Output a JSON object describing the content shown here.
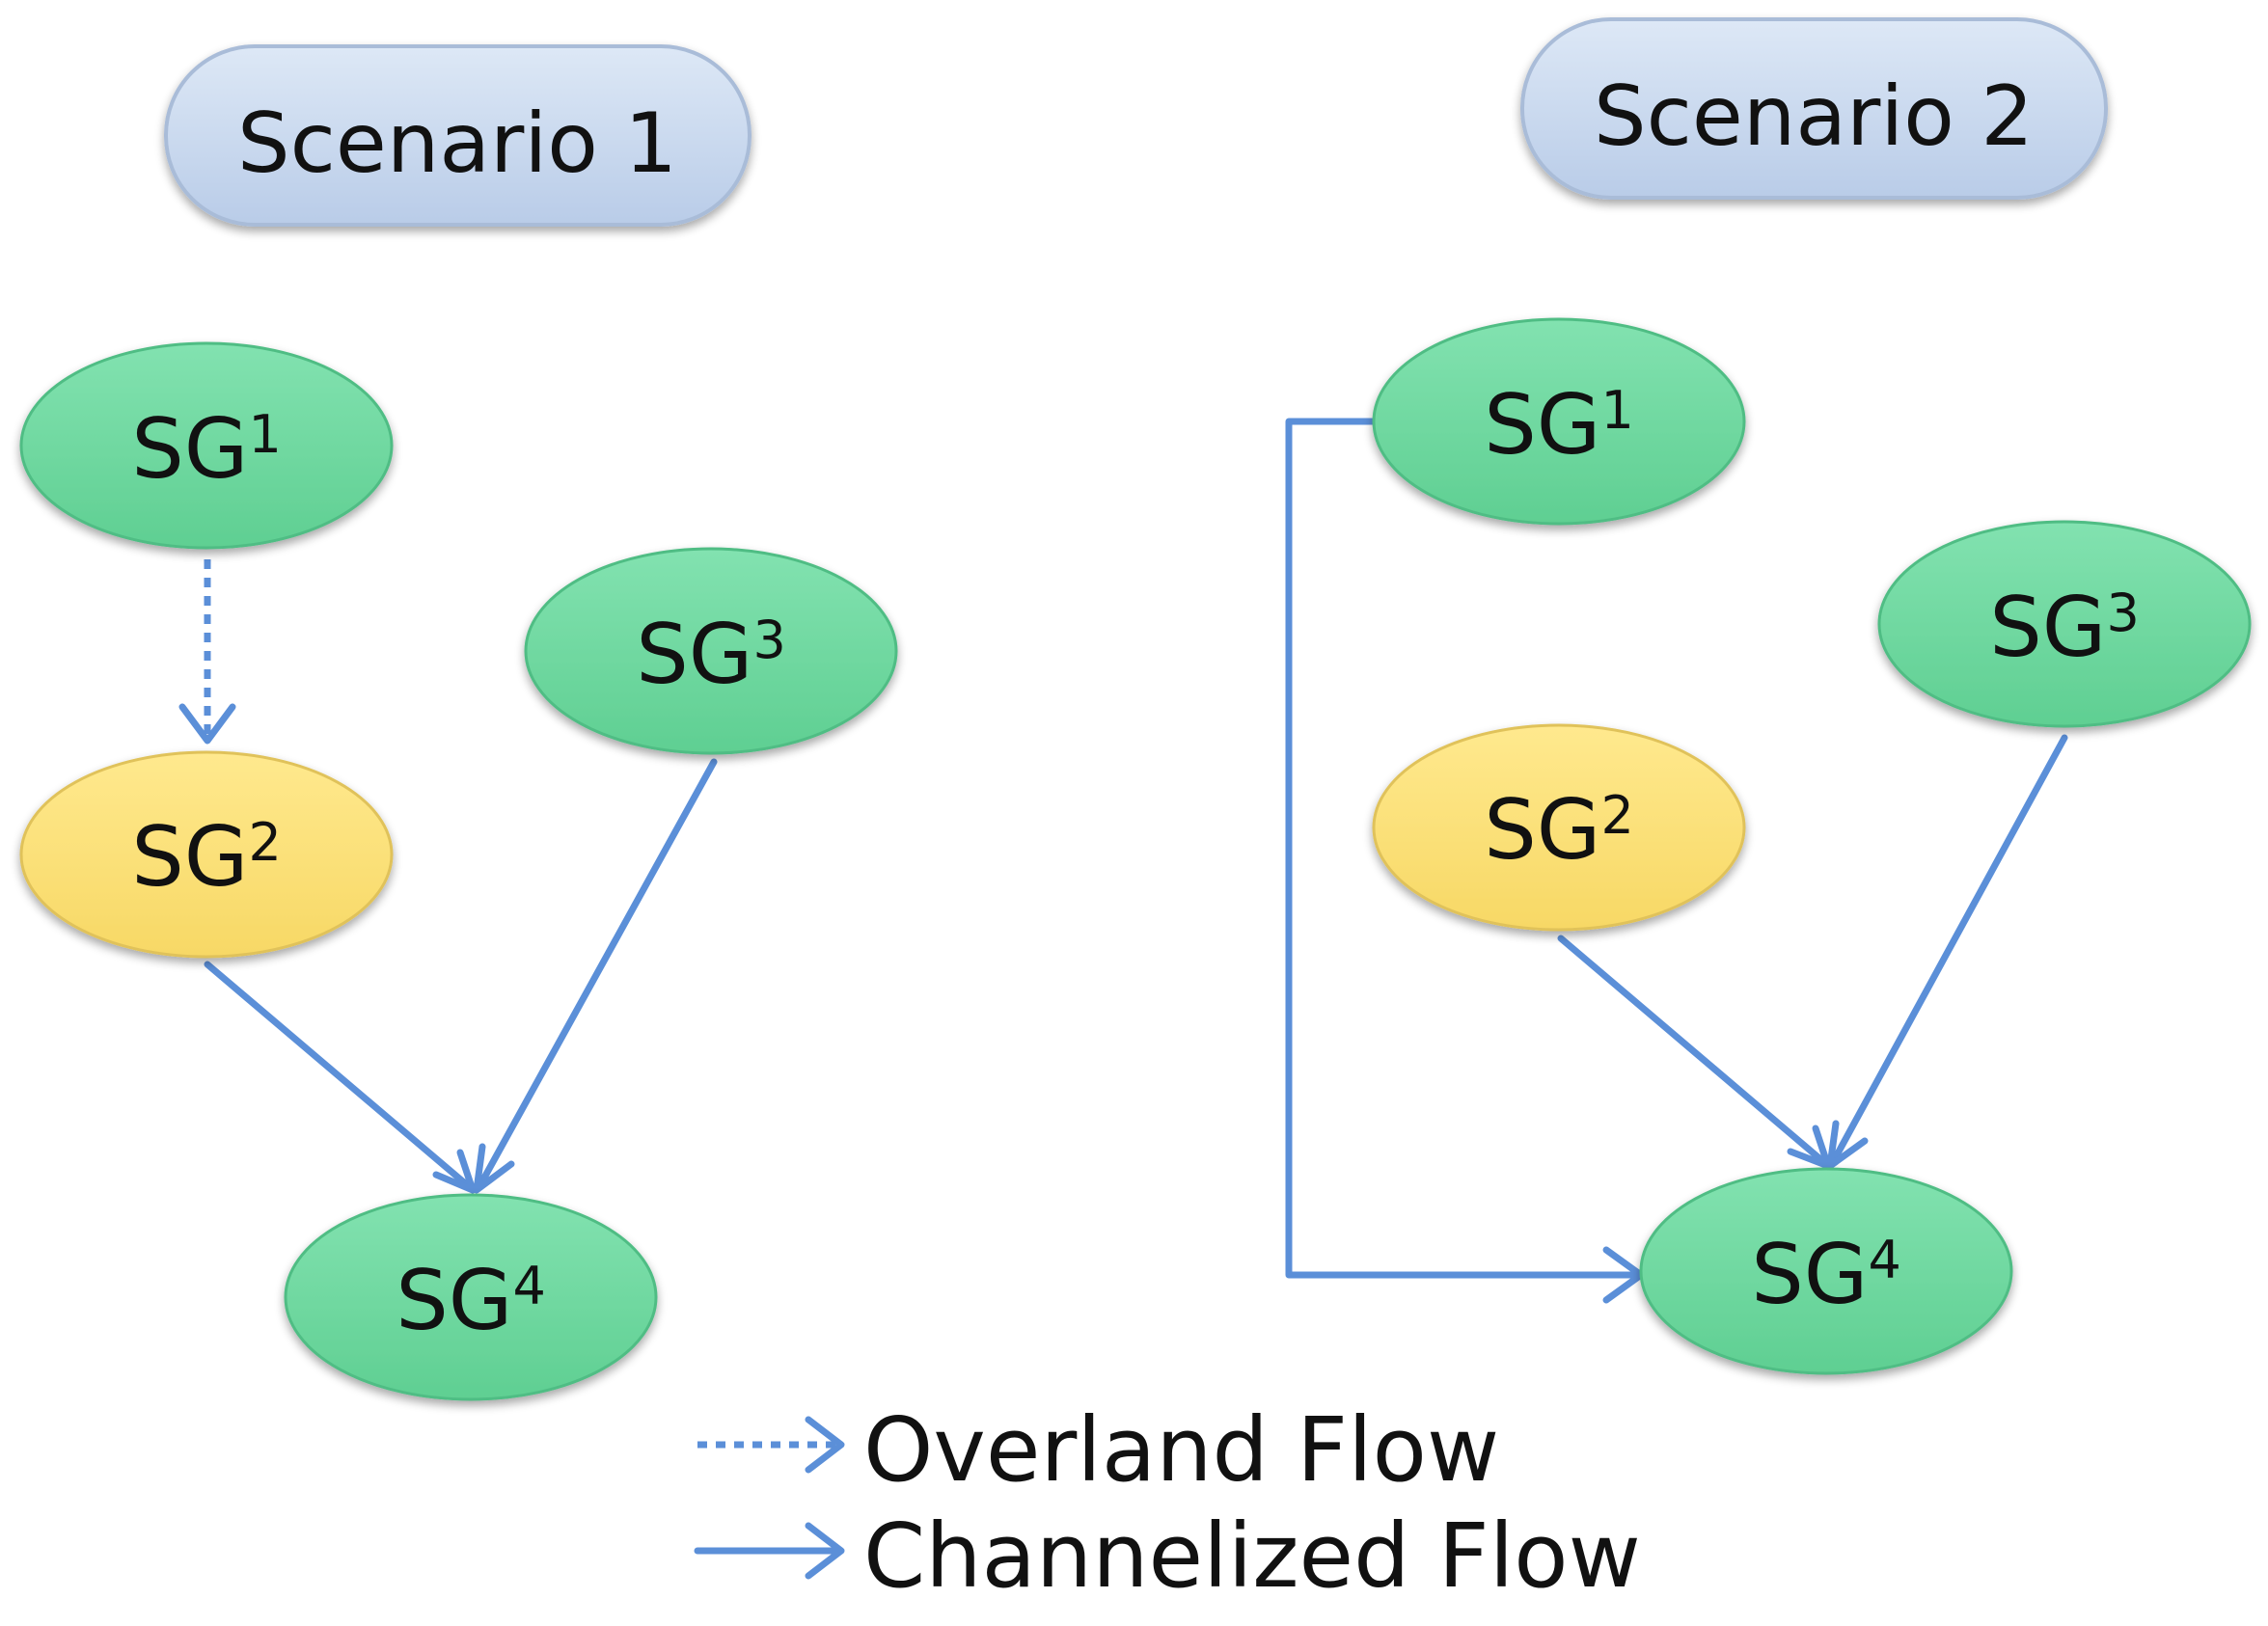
{
  "scenarios": [
    {
      "title": "Scenario 1",
      "nodes": [
        {
          "id": "SG1",
          "base": "SG",
          "sup": "1",
          "color": "green"
        },
        {
          "id": "SG2",
          "base": "SG",
          "sup": "2",
          "color": "yellow"
        },
        {
          "id": "SG3",
          "base": "SG",
          "sup": "3",
          "color": "green"
        },
        {
          "id": "SG4",
          "base": "SG",
          "sup": "4",
          "color": "green"
        }
      ],
      "edges": [
        {
          "from": "SG1",
          "to": "SG2",
          "type": "overland"
        },
        {
          "from": "SG2",
          "to": "SG4",
          "type": "channelized"
        },
        {
          "from": "SG3",
          "to": "SG4",
          "type": "channelized"
        }
      ]
    },
    {
      "title": "Scenario 2",
      "nodes": [
        {
          "id": "SG1",
          "base": "SG",
          "sup": "1",
          "color": "green"
        },
        {
          "id": "SG2",
          "base": "SG",
          "sup": "2",
          "color": "yellow"
        },
        {
          "id": "SG3",
          "base": "SG",
          "sup": "3",
          "color": "green"
        },
        {
          "id": "SG4",
          "base": "SG",
          "sup": "4",
          "color": "green"
        }
      ],
      "edges": [
        {
          "from": "SG1",
          "to": "SG4",
          "type": "channelized"
        },
        {
          "from": "SG2",
          "to": "SG4",
          "type": "channelized"
        },
        {
          "from": "SG3",
          "to": "SG4",
          "type": "channelized"
        }
      ]
    }
  ],
  "legend": {
    "overland_label": "Overland Flow",
    "channelized_label": "Channelized Flow"
  },
  "colors": {
    "green": "#6fd9a0",
    "yellow": "#ffe27a",
    "pill": "#c9daf0",
    "arrow": "#5b8fd8"
  }
}
